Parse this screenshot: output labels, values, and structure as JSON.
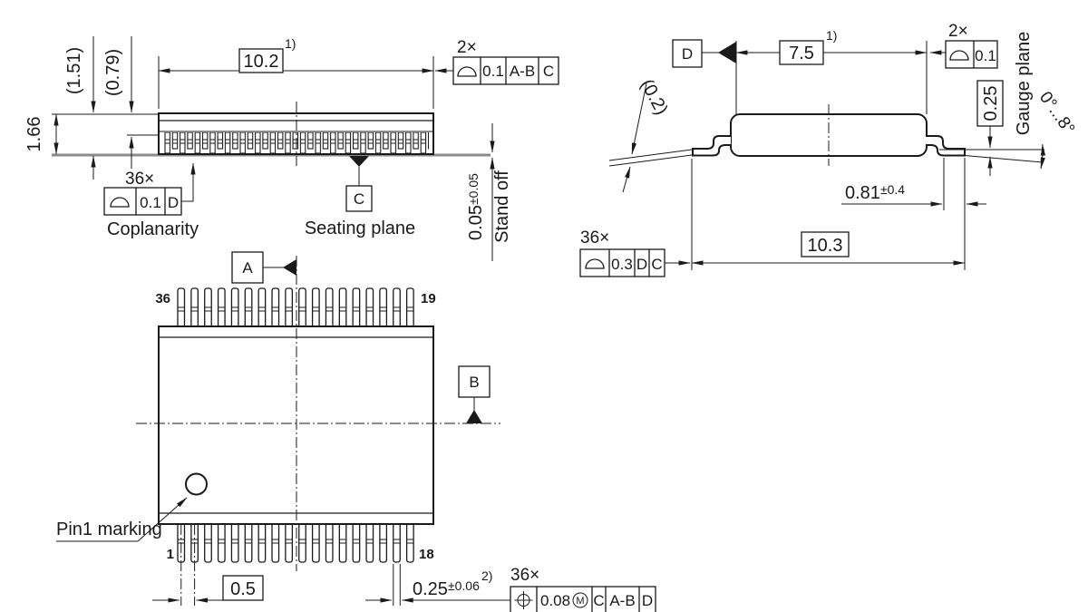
{
  "drawing": {
    "colors": {
      "line": "#1a1a1a",
      "seating_plane": "#8c8c8c"
    },
    "side_view": {
      "dim_overall_height": "1.66",
      "dim_height_ref": "(1.51)",
      "dim_mid_ref": "(0.79)",
      "dim_body_length": "10.2",
      "note_body_length": "1)",
      "qty_profile": "2×",
      "fcf_profile": {
        "tolerance": "0.1",
        "datum_ab": "A-B",
        "datum_c": "C"
      },
      "qty_coplanarity": "36×",
      "fcf_coplanarity": {
        "tolerance": "0.1",
        "datum": "D"
      },
      "label_coplanarity": "Coplanarity",
      "datum_c": "C",
      "label_seating_plane": "Seating plane",
      "dim_standoff": "0.05",
      "tol_standoff": "±0.05",
      "label_standoff": "Stand off"
    },
    "end_view": {
      "datum_d": "D",
      "dim_body_width": "7.5",
      "note_body_width": "1)",
      "qty_profile": "2×",
      "fcf_profile": {
        "tolerance": "0.1"
      },
      "dim_lead_thickness": "(0.2)",
      "dim_gauge_offset": "0.25",
      "label_gauge_plane": "Gauge plane",
      "dim_foot_angle": "0°...8°",
      "dim_foot_length": "0.81",
      "tol_foot_length": "±0.4",
      "qty_profile_lead": "36×",
      "fcf_profile_lead": {
        "tolerance": "0.3",
        "datum_d": "D",
        "datum_c": "C"
      },
      "dim_span": "10.3"
    },
    "top_view": {
      "pin_top_left": "36",
      "pin_top_right": "19",
      "pin_bottom_left": "1",
      "pin_bottom_right": "18",
      "datum_a": "A",
      "datum_b": "B",
      "label_pin1": "Pin1 marking",
      "dim_pitch": "0.5",
      "dim_lead_width": "0.25",
      "tol_lead_width": "±0.06",
      "note_lead_width": "2)",
      "qty_position": "36×",
      "fcf_position": {
        "tolerance": "0.08",
        "modifier": "M",
        "datum_c": "C",
        "datum_ab": "A-B",
        "datum_d": "D"
      }
    }
  }
}
